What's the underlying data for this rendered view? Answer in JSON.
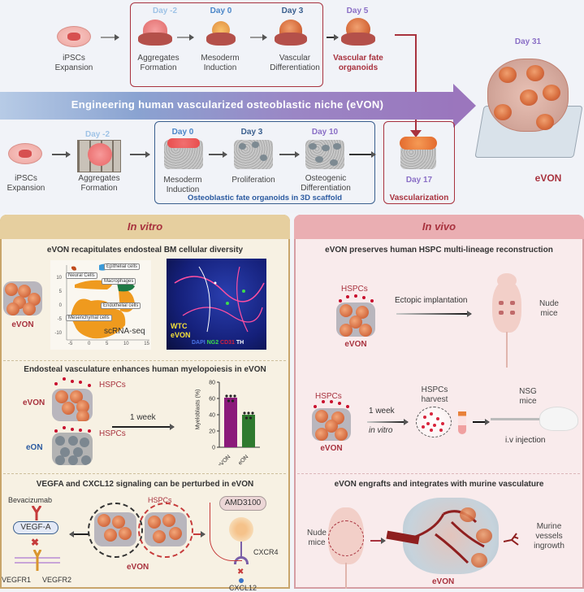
{
  "top": {
    "vascular_row": {
      "steps": [
        {
          "day": "",
          "label": "iPSCs\nExpansion"
        },
        {
          "day": "Day -2",
          "label": "Aggregates\nFormation"
        },
        {
          "day": "Day 0",
          "label": "Mesoderm\nInduction"
        },
        {
          "day": "Day 3",
          "label": "Vascular\nDifferentiation"
        },
        {
          "day": "Day 5",
          "label": "Vascular fate\norganoids"
        }
      ]
    },
    "banner": "Engineering human vascularized osteoblastic niche (eVON)",
    "osteo_row": {
      "steps": [
        {
          "day": "",
          "label": "iPSCs\nExpansion"
        },
        {
          "day": "Day -2",
          "label": "Aggregates\nFormation"
        },
        {
          "day": "Day 0",
          "label": "Mesoderm\nInduction"
        },
        {
          "day": "Day 3",
          "label": "Proliferation"
        },
        {
          "day": "Day 10",
          "label": "Osteogenic\nDifferentiation"
        }
      ],
      "box_caption": "Osteoblastic fate organoids in 3D scaffold"
    },
    "vascularization": {
      "day": "Day 17",
      "label": "Vascularization"
    },
    "final": {
      "day": "Day 31",
      "label": "eVON"
    }
  },
  "in_vitro": {
    "title": "In vitro",
    "sec1": {
      "title": "eVON recapitulates endosteal BM cellular diversity",
      "organoid_label": "eVON",
      "umap": {
        "clusters": [
          "Epithelial cells",
          "Neural Cells",
          "Macrophages",
          "Endothelial cells",
          "Mesenchymal cells"
        ],
        "y_ticks": [
          "10",
          "5",
          "0",
          "-5",
          "-10"
        ],
        "x_ticks": [
          "-5",
          "0",
          "5",
          "10",
          "15"
        ],
        "caption": "scRNA-seq"
      },
      "micro": {
        "label_line1": "WTC",
        "label_line2": "eVON",
        "stains": [
          "DAPI",
          "NG2",
          "CD31",
          "TH"
        ]
      }
    },
    "sec2": {
      "title": "Endosteal vasculature enhances human myelopoiesis in eVON",
      "evon_label": "eVON",
      "eon_label": "eON",
      "hspcs": "HSPCs",
      "arrow_label": "1 week",
      "chart": {
        "ylabel": "Myeloblasts (%)",
        "y_ticks": [
          "80",
          "60",
          "40",
          "20",
          "0"
        ],
        "categories": [
          "eVON",
          "eON"
        ],
        "values": [
          61,
          40
        ],
        "colors": [
          "#8b1a7a",
          "#2f7a2f"
        ]
      }
    },
    "sec3": {
      "title": "VEGFA and CXCL12 signaling can be perturbed in eVON",
      "bevacizumab": "Bevacizumab",
      "vegfa": "VEGF-A",
      "receptors": [
        "VEGFR1",
        "VEGFR2"
      ],
      "hspcs": "HSPCs",
      "evon": "eVON",
      "amd": "AMD3100",
      "cxcr4": "CXCR4",
      "cxcl12": "CXCL12"
    }
  },
  "in_vivo": {
    "title": "In vivo",
    "sec1": {
      "title": "eVON preserves human HSPC multi-lineage reconstruction",
      "hspcs": "HSPCs",
      "evon": "eVON",
      "arrow_label": "Ectopic implantation",
      "mouse_label": "Nude\nmice"
    },
    "sec2": {
      "hspcs": "HSPCs",
      "evon": "eVON",
      "arrow_label1": "1 week",
      "arrow_label2": "in vitro",
      "harvest": "HSPCs\nharvest",
      "nsg": "NSG\nmice",
      "injection": "i.v injection"
    },
    "sec3": {
      "title": "eVON engrafts and integrates with murine vasculature",
      "mouse_label": "Nude\nmice",
      "evon": "eVON",
      "vessels": "Murine\nvessels\ningrowth"
    }
  },
  "colors": {
    "crimson": "#a8323e",
    "blue_box": "#3a5f8e",
    "day_light_blue": "#9fc3e6",
    "day_blue": "#4a86c8",
    "day_purple": "#8a6fc6",
    "banner_start": "#b7cbe6",
    "banner_end": "#9a76bd"
  }
}
